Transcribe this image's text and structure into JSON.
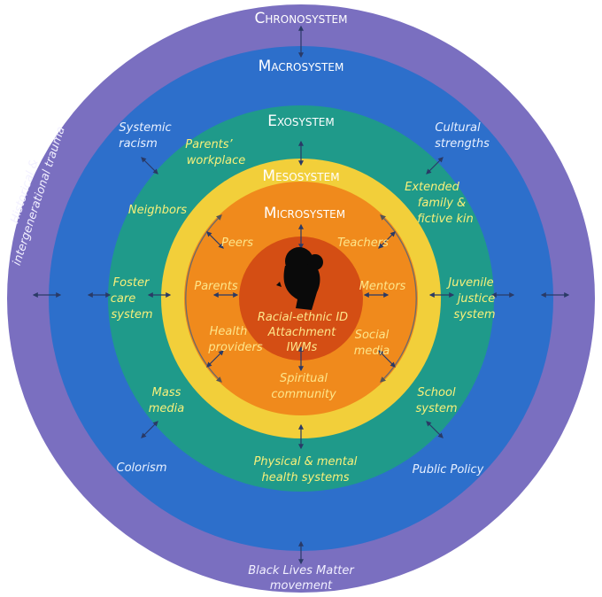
{
  "layers": {
    "chrono": {
      "label": "Chronosystem",
      "color": "#7a6fc0"
    },
    "macro": {
      "label": "Macrosystem",
      "color": "#2d6fcb"
    },
    "exo": {
      "label": "Exosystem",
      "color": "#1f9a8a"
    },
    "meso": {
      "label": "Mesosystem",
      "color": "#f2cf3a"
    },
    "micro": {
      "label": "Microsystem",
      "color": "#f08a1c"
    },
    "core": {
      "color": "#d44e14"
    }
  },
  "chrono_items": {
    "trauma_1": "Historical &",
    "trauma_2": "intergenerational trauma",
    "blm_1": "Black Lives Matter",
    "blm_2": "movement"
  },
  "macro_items": {
    "racism_1": "Systemic",
    "racism_2": "racism",
    "cultural_1": "Cultural",
    "cultural_2": "strengths",
    "colorism": "Colorism",
    "policy": "Public Policy"
  },
  "exo_items": {
    "workplace_1": "Parents’",
    "workplace_2": "workplace",
    "neighbors": "Neighbors",
    "foster_1": "Foster",
    "foster_2": "care",
    "foster_3": "system",
    "media_1": "Mass",
    "media_2": "media",
    "health_1": "Physical & mental",
    "health_2": "health systems",
    "school_1": "School",
    "school_2": "system",
    "juvenile_1": "Juvenile",
    "juvenile_2": "justice",
    "juvenile_3": "system",
    "kin_1": "Extended",
    "kin_2": "family &",
    "kin_3": "fictive kin"
  },
  "micro_items": {
    "peers": "Peers",
    "teachers": "Teachers",
    "parents": "Parents",
    "mentors": "Mentors",
    "health_1": "Health",
    "health_2": "providers",
    "social_1": "Social",
    "social_2": "media",
    "spiritual_1": "Spiritual",
    "spiritual_2": "community"
  },
  "core_items": {
    "line_1": "Racial-ethnic ID",
    "line_2": "Attachment",
    "line_3": "IWMs"
  },
  "icons": {
    "center": "child-silhouette-icon",
    "arrows": "double-arrow-icon"
  }
}
